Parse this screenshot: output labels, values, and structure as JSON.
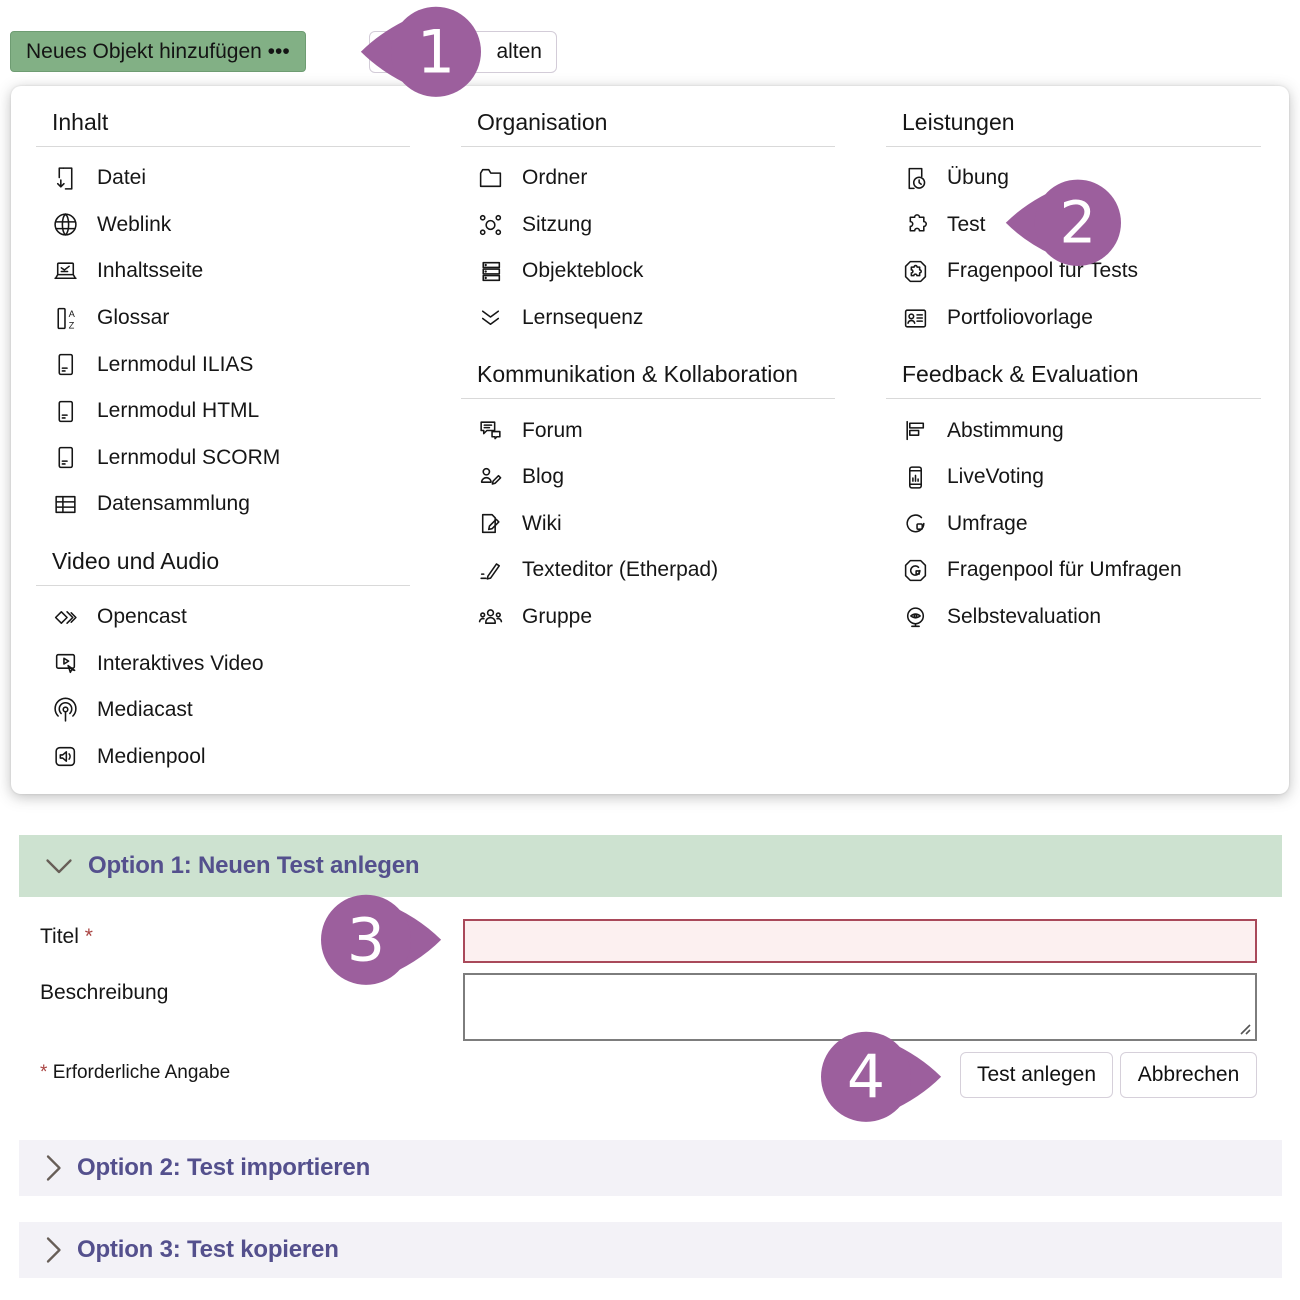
{
  "colors": {
    "primary_button_green": "#82b085",
    "accordion_open_green": "#cde2d0",
    "accordion_closed_lavender": "#f3f2f7",
    "accordion_title_purple": "#54508d",
    "callout_purple": "#9c5f9d",
    "required_red": "#a94442",
    "invalid_field_bg": "#fcf0f0",
    "invalid_field_border": "#a9495a",
    "text": "#161616"
  },
  "toolbar": {
    "add_button_label": "Neues Objekt hinzufügen •••",
    "manage_button_visible_text": "alten"
  },
  "menu": {
    "columns": [
      {
        "sections": [
          {
            "title": "Inhalt",
            "items": [
              {
                "icon": "file-download-icon",
                "label": "Datei"
              },
              {
                "icon": "globe-icon",
                "label": "Weblink"
              },
              {
                "icon": "content-page-icon",
                "label": "Inhaltsseite"
              },
              {
                "icon": "glossary-icon",
                "label": "Glossar"
              },
              {
                "icon": "learning-module-icon",
                "label": "Lernmodul ILIAS"
              },
              {
                "icon": "learning-module-icon",
                "label": "Lernmodul HTML"
              },
              {
                "icon": "learning-module-icon",
                "label": "Lernmodul SCORM"
              },
              {
                "icon": "table-icon",
                "label": "Datensammlung"
              }
            ]
          },
          {
            "title": "Video und Audio",
            "items": [
              {
                "icon": "opencast-icon",
                "label": "Opencast"
              },
              {
                "icon": "interactive-video-icon",
                "label": "Interaktives Video"
              },
              {
                "icon": "broadcast-icon",
                "label": "Mediacast"
              },
              {
                "icon": "speaker-icon",
                "label": "Medienpool"
              }
            ]
          }
        ]
      },
      {
        "sections": [
          {
            "title": "Organisation",
            "items": [
              {
                "icon": "folder-icon",
                "label": "Ordner"
              },
              {
                "icon": "session-icon",
                "label": "Sitzung"
              },
              {
                "icon": "item-group-icon",
                "label": "Objekteblock"
              },
              {
                "icon": "chevrons-down-icon",
                "label": "Lernsequenz"
              }
            ]
          },
          {
            "title": "Kommunikation & Kollabo­ration",
            "items": [
              {
                "icon": "forum-icon",
                "label": "Forum"
              },
              {
                "icon": "blog-icon",
                "label": "Blog"
              },
              {
                "icon": "wiki-icon",
                "label": "Wiki"
              },
              {
                "icon": "pencil-icon",
                "label": "Texteditor (Etherpad)"
              },
              {
                "icon": "group-icon",
                "label": "Gruppe"
              }
            ]
          }
        ]
      },
      {
        "sections": [
          {
            "title": "Leistungen",
            "items": [
              {
                "icon": "exercise-icon",
                "label": "Übung"
              },
              {
                "icon": "puzzle-icon",
                "label": "Test"
              },
              {
                "icon": "question-pool-icon",
                "label": "Fragenpool für Tests"
              },
              {
                "icon": "portfolio-icon",
                "label": "Portfoliovorlage"
              }
            ]
          },
          {
            "title": "Feedback & Evaluation",
            "items": [
              {
                "icon": "bar-chart-icon",
                "label": "Abstimmung"
              },
              {
                "icon": "livevoting-icon",
                "label": "LiveVoting"
              },
              {
                "icon": "pie-chart-icon",
                "label": "Umfrage"
              },
              {
                "icon": "survey-pool-icon",
                "label": "Fragenpool für Umfragen"
              },
              {
                "icon": "self-evaluation-icon",
                "label": "Selbstevaluation"
              }
            ]
          }
        ]
      }
    ]
  },
  "callouts": [
    {
      "number": "1"
    },
    {
      "number": "2"
    },
    {
      "number": "3"
    },
    {
      "number": "4"
    }
  ],
  "form": {
    "option1": {
      "title": "Option 1: Neuen Test anlegen",
      "title_label": "Titel",
      "required_marker": "*",
      "title_value": "",
      "description_label": "Beschreibung",
      "description_value": "",
      "required_note": "Erforderliche Angabe",
      "submit_label": "Test anlegen",
      "cancel_label": "Abbrechen"
    },
    "option2": {
      "title": "Option 2: Test importieren"
    },
    "option3": {
      "title": "Option 3: Test kopieren"
    }
  }
}
